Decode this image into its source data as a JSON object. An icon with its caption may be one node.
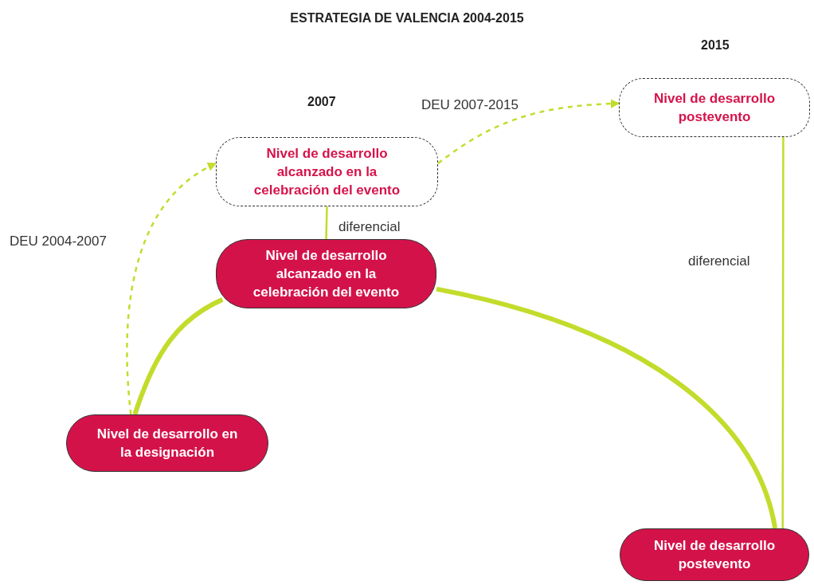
{
  "diagram": {
    "title": "ESTRATEGIA DE VALENCIA 2004-2015",
    "nodes": [
      {
        "text": [
          "Nivel de desarrollo alcanzado en la celebración del evento"
        ],
        "beside": [
          "2007"
        ]
      },
      {
        "text": [
          "Nivel de desarrollo postevento"
        ],
        "beside": [
          "2015"
        ]
      },
      {
        "text": [
          "Nivel de desarrollo alcanzado en la celebración del evento"
        ]
      },
      {
        "text": [
          "Nivel de desarrollo en la designación"
        ]
      },
      {
        "text": [
          "Nivel de desarrollo postevento"
        ]
      }
    ],
    "edges": [
      {
        "from": 3,
        "to": 0,
        "arrow": "to",
        "label": "DEU 2004-2007",
        "style": "dashed"
      },
      {
        "from": 0,
        "to": 1,
        "arrow": "to",
        "label": "DEU 2007-2015",
        "style": "dashed"
      },
      {
        "from": 0,
        "to": 2,
        "arrow": "none",
        "label": "diferencial"
      },
      {
        "from": 1,
        "to": 4,
        "arrow": "none",
        "label": "diferencial"
      },
      {
        "from": 3,
        "to": 2,
        "arrow": "none",
        "style": "thick"
      },
      {
        "from": 2,
        "to": 4,
        "arrow": "none",
        "style": "thick"
      }
    ]
  }
}
